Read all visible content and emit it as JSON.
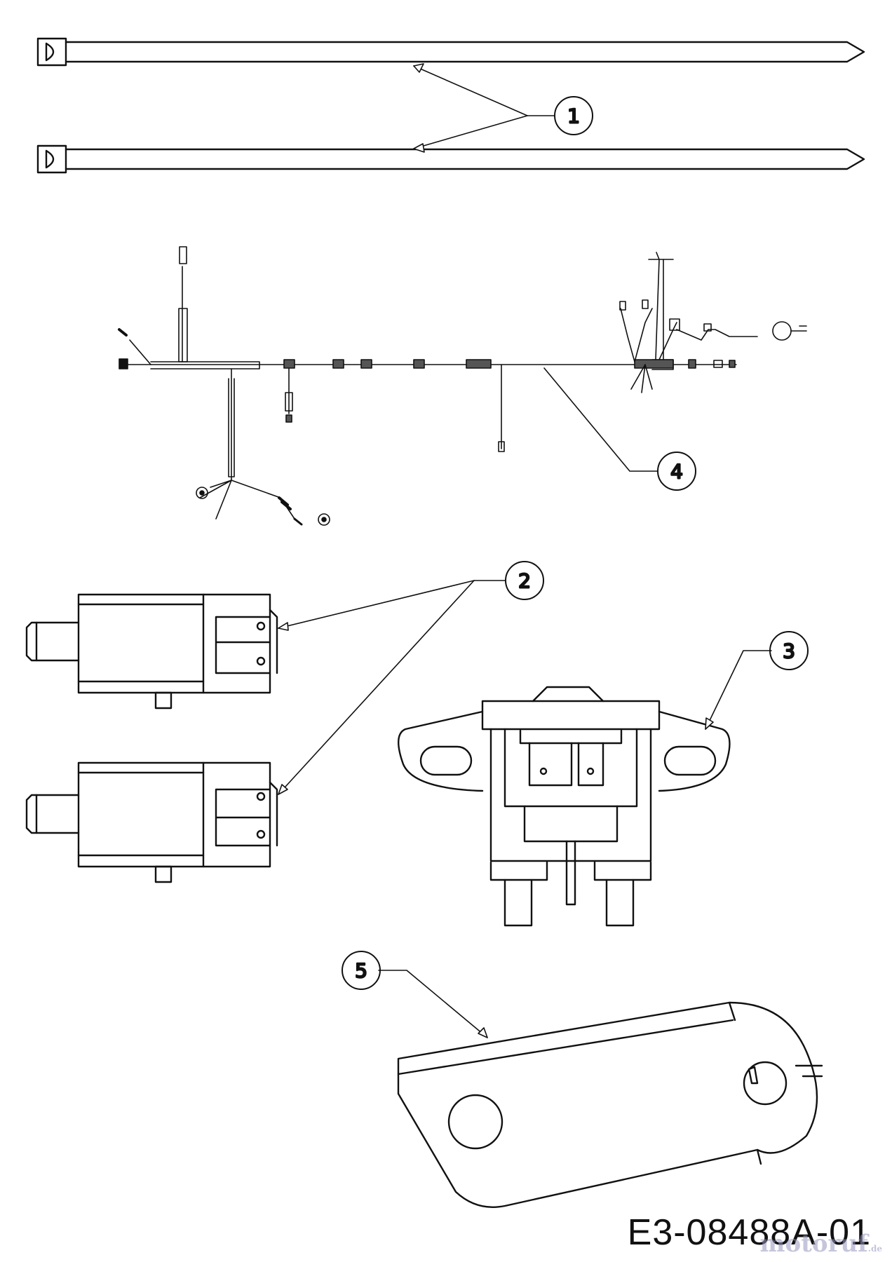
{
  "callouts": [
    "1",
    "2",
    "3",
    "4",
    "5"
  ],
  "drawing_code": "E3-08488A-01",
  "watermark": {
    "brand": "motoruf",
    "suffix": ".de"
  }
}
